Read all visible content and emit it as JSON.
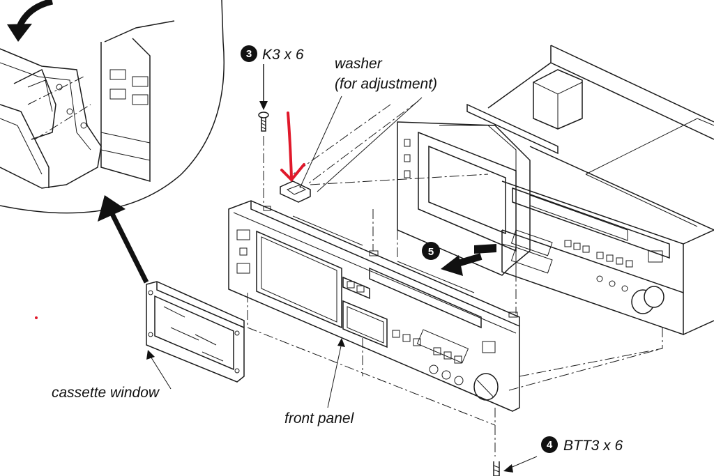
{
  "labels": {
    "step3_number": "3",
    "step3_text": "K3 x 6",
    "washer_line1": "washer",
    "washer_line2": "(for adjustment)",
    "step5_number": "5",
    "cassette_window": "cassette window",
    "front_panel": "front panel",
    "step4_number": "4",
    "step4_text": "BTT3 x 6"
  },
  "colors": {
    "line": "#1a1a1a",
    "annotation_red": "#e0182a",
    "background": "#ffffff"
  },
  "icons": {
    "step_badge": "black-circle-number",
    "screw": "screw-icon",
    "arrow": "arrow-icon"
  }
}
